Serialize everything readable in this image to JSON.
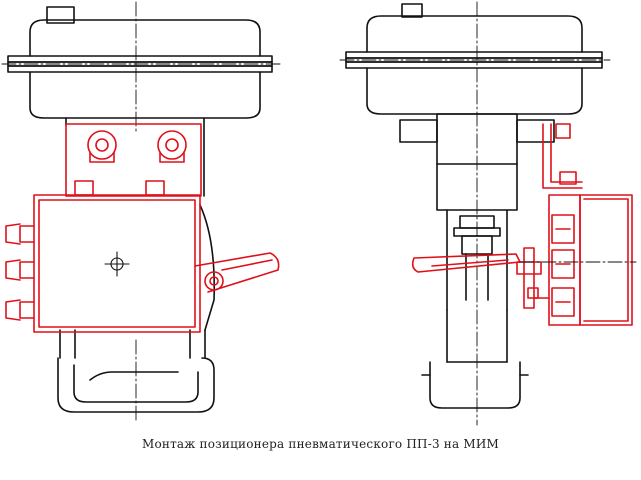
{
  "caption": "Монтаж позиционера пневматического ПП-3 на МИМ",
  "colors": {
    "actuator": "#111111",
    "positioner": "#e0101a",
    "background": "#ffffff"
  },
  "views": [
    {
      "name": "front-view",
      "depicts": "actuator with positioner, front"
    },
    {
      "name": "side-view",
      "depicts": "actuator with positioner, side"
    }
  ]
}
